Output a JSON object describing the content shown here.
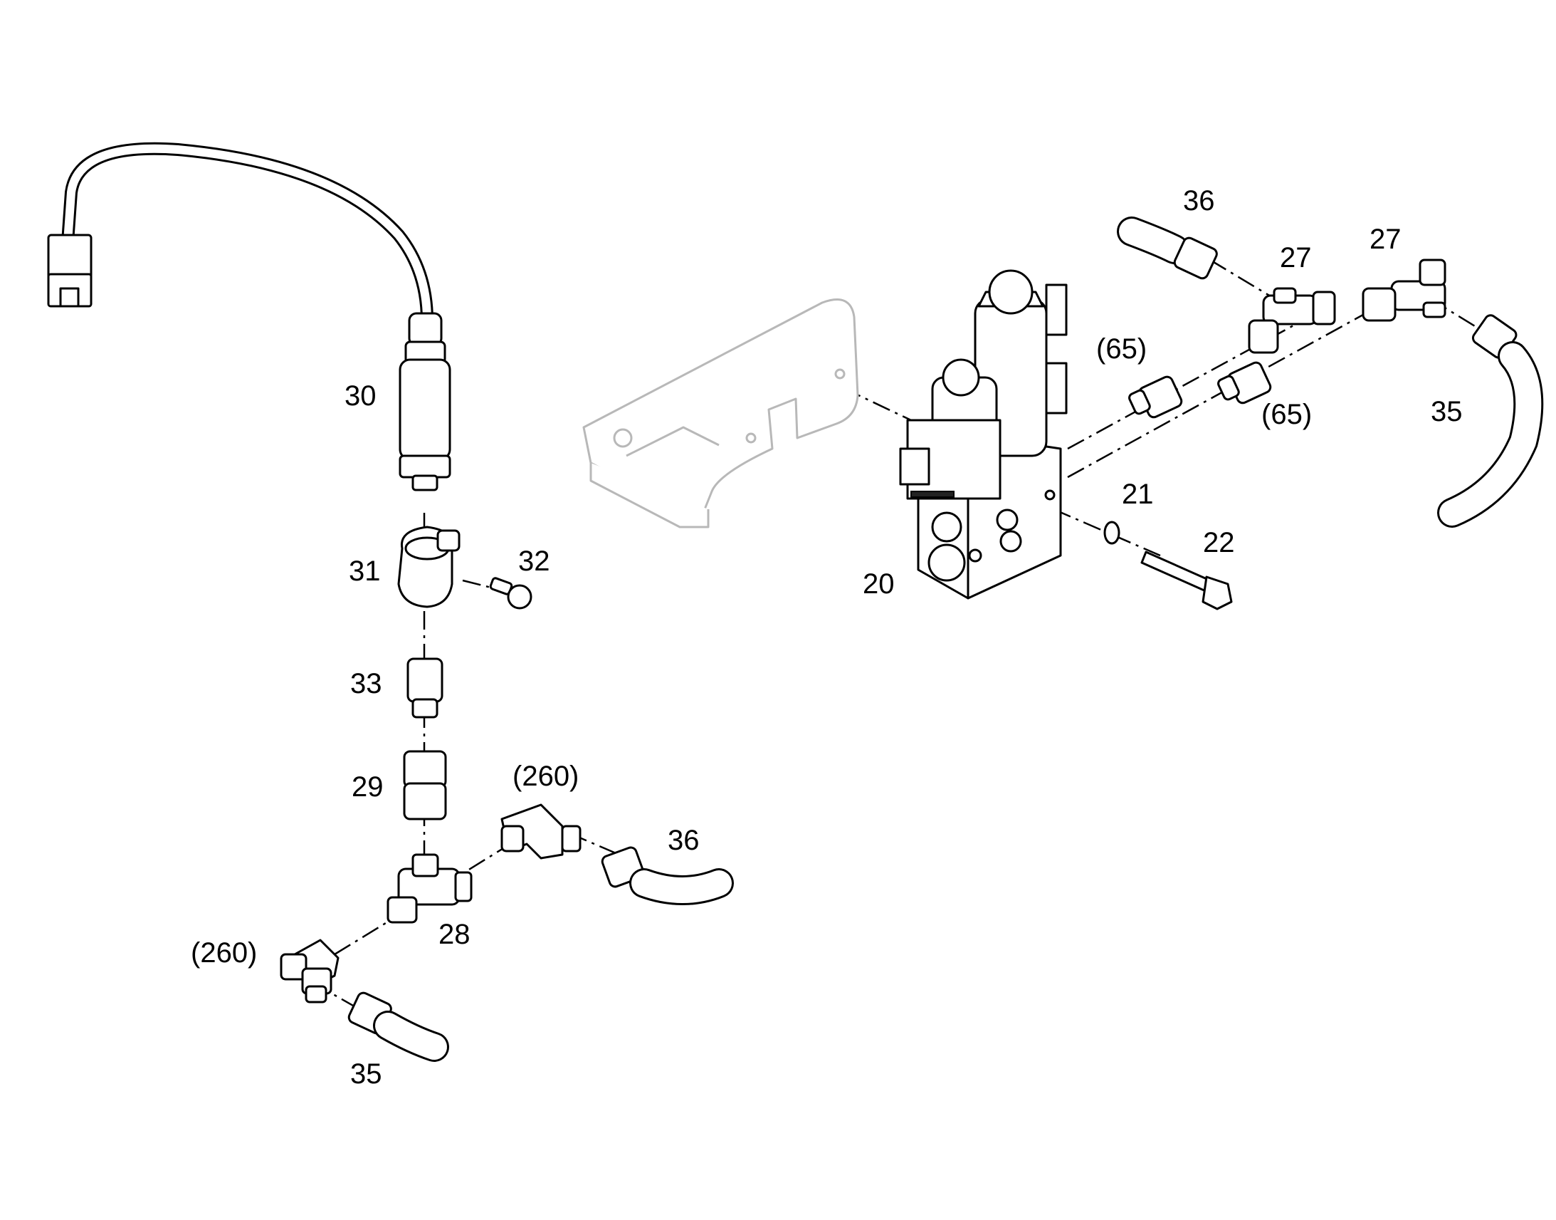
{
  "callouts": [
    {
      "id": "c36a",
      "text": "36"
    },
    {
      "id": "c27a",
      "text": "27"
    },
    {
      "id": "c27b",
      "text": "27"
    },
    {
      "id": "c65a",
      "text": "(65)"
    },
    {
      "id": "c65b",
      "text": "(65)"
    },
    {
      "id": "c35a",
      "text": "35"
    },
    {
      "id": "c30",
      "text": "30"
    },
    {
      "id": "c21",
      "text": "21"
    },
    {
      "id": "c22",
      "text": "22"
    },
    {
      "id": "c31",
      "text": "31"
    },
    {
      "id": "c32",
      "text": "32"
    },
    {
      "id": "c20",
      "text": "20"
    },
    {
      "id": "c33",
      "text": "33"
    },
    {
      "id": "c29",
      "text": "29"
    },
    {
      "id": "c260a",
      "text": "(260)"
    },
    {
      "id": "c36b",
      "text": "36"
    },
    {
      "id": "c28",
      "text": "28"
    },
    {
      "id": "c260b",
      "text": "(260)"
    },
    {
      "id": "c35b",
      "text": "35"
    }
  ]
}
